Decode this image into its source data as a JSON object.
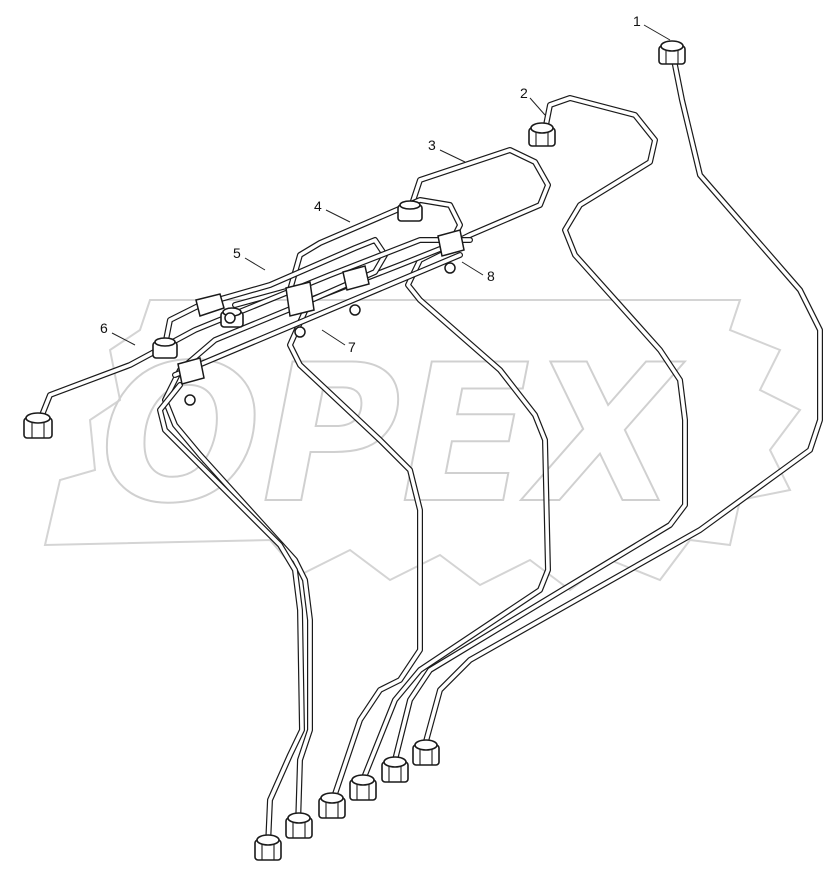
{
  "watermark": {
    "text": "OPEX"
  },
  "callouts": [
    {
      "id": "1",
      "label": "1"
    },
    {
      "id": "2",
      "label": "2"
    },
    {
      "id": "3",
      "label": "3"
    },
    {
      "id": "4",
      "label": "4"
    },
    {
      "id": "5",
      "label": "5"
    },
    {
      "id": "6",
      "label": "6"
    },
    {
      "id": "7",
      "label": "7"
    },
    {
      "id": "8",
      "label": "8"
    }
  ],
  "colors": {
    "line": "#1a1a1a",
    "watermark": "#d0d0d0",
    "background": "#ffffff"
  }
}
